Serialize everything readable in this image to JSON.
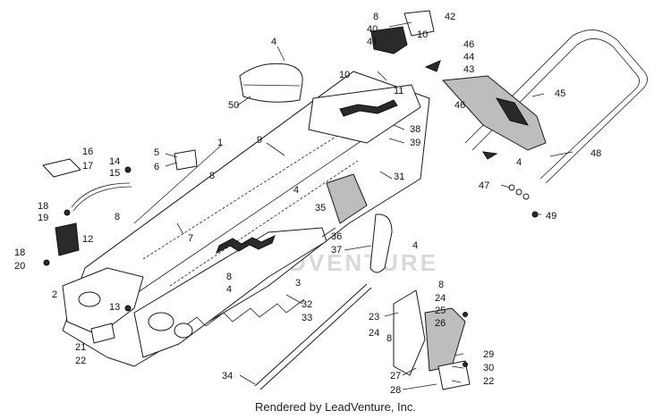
{
  "diagram": {
    "watermark": "LEADVENTURE",
    "footer": "Rendered by LeadVenture, Inc."
  },
  "callouts": {
    "c1": "1",
    "c2": "2",
    "c3": "3",
    "c4a": "4",
    "c4b": "4",
    "c4c": "4",
    "c4d": "4",
    "c4e": "4",
    "c5": "5",
    "c6": "6",
    "c7": "7",
    "c8a": "8",
    "c8b": "8",
    "c8c": "8",
    "c8d": "8",
    "c8e": "8",
    "c8f": "8",
    "c9": "9",
    "c10a": "10",
    "c10b": "10",
    "c11": "11",
    "c12": "12",
    "c13": "13",
    "c14": "14",
    "c15": "15",
    "c16": "16",
    "c17": "17",
    "c18a": "18",
    "c18b": "18",
    "c19": "19",
    "c20": "20",
    "c21": "21",
    "c22a": "22",
    "c22b": "22",
    "c23": "23",
    "c24a": "24",
    "c24b": "24",
    "c25": "25",
    "c26": "26",
    "c27": "27",
    "c28": "28",
    "c29": "29",
    "c30": "30",
    "c31": "31",
    "c32": "32",
    "c33": "33",
    "c34": "34",
    "c35": "35",
    "c36": "36",
    "c37": "37",
    "c38": "38",
    "c39": "39",
    "c40": "40",
    "c41": "41",
    "c42": "42",
    "c43": "43",
    "c44": "44",
    "c45": "45",
    "c46a": "46",
    "c46b": "46",
    "c47": "47",
    "c48": "48",
    "c49": "49",
    "c50": "50"
  }
}
